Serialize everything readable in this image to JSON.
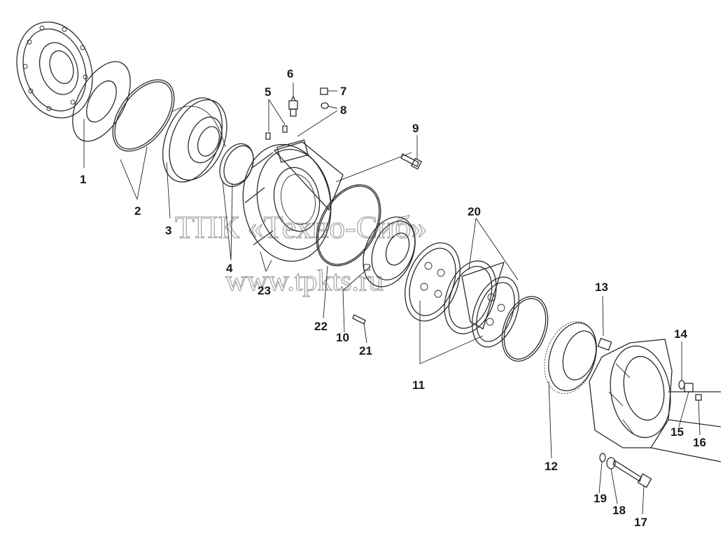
{
  "watermark": {
    "line1": "ТПК «Техно-Сиб»",
    "line2": "www.tpkts.ru"
  },
  "labels": {
    "n1": "1",
    "n2": "2",
    "n3": "3",
    "n4": "4",
    "n5": "5",
    "n6": "6",
    "n7": "7",
    "n8": "8",
    "n9": "9",
    "n10": "10",
    "n11": "11",
    "n12": "12",
    "n13": "13",
    "n14": "14",
    "n15": "15",
    "n16": "16",
    "n17": "17",
    "n18": "18",
    "n19": "19",
    "n20": "20",
    "n21": "21",
    "n22": "22",
    "n23": "23"
  }
}
